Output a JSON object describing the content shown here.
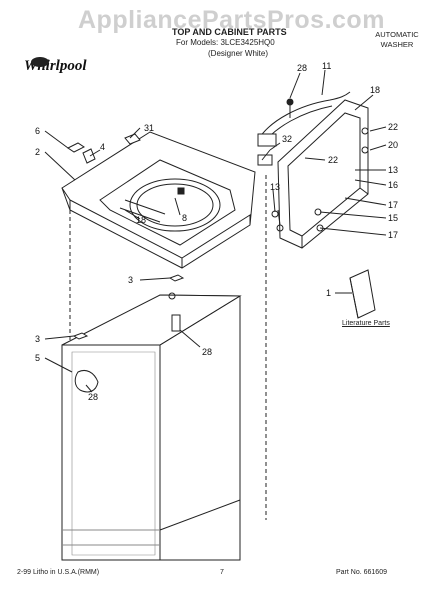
{
  "watermark": "AppliancePartsPros.com",
  "header": {
    "title": "TOP AND CABINET PARTS",
    "model_line": "For Models: 3LCE3425HQ0",
    "variant": "(Designer White)",
    "product_type": "AUTOMATIC WASHER",
    "brand": "Whirlpool"
  },
  "literature_label": "Literature Parts",
  "callouts": [
    "28",
    "11",
    "18",
    "6",
    "31",
    "22",
    "2",
    "4",
    "32",
    "22",
    "20",
    "13",
    "16",
    "13",
    "17",
    "15",
    "8",
    "17",
    "18",
    "3",
    "1",
    "28",
    "3",
    "5",
    "28"
  ],
  "footer": {
    "left": "2-99 Litho in U.S.A.(RMM)",
    "page": "7",
    "part_no": "Part No. 661609"
  }
}
